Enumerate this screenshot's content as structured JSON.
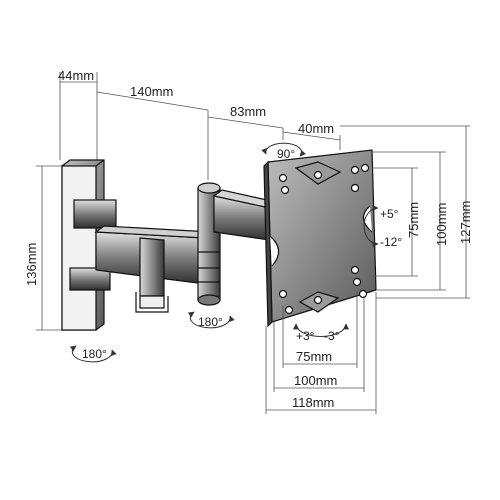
{
  "dimensions": {
    "wall_plate_depth": "44mm",
    "arm_length": "140mm",
    "arm_second": "83mm",
    "head_offset": "40mm",
    "height": "136mm",
    "vesa_v_75": "75mm",
    "vesa_v_100": "100mm",
    "vesa_v_127": "127mm",
    "vesa_h_75": "75mm",
    "vesa_h_100": "100mm",
    "vesa_h_118": "118mm"
  },
  "angles": {
    "swivel_head": "90°",
    "tilt_up": "+5°",
    "tilt_down": "-12°",
    "roll_plus": "+3°",
    "roll_minus": "-3°",
    "swivel_arm": "180°",
    "swivel_wall": "180°"
  },
  "colors": {
    "line": "#333333",
    "metal_dark": "#3a3a3a",
    "metal_light": "#9a9a9a"
  }
}
